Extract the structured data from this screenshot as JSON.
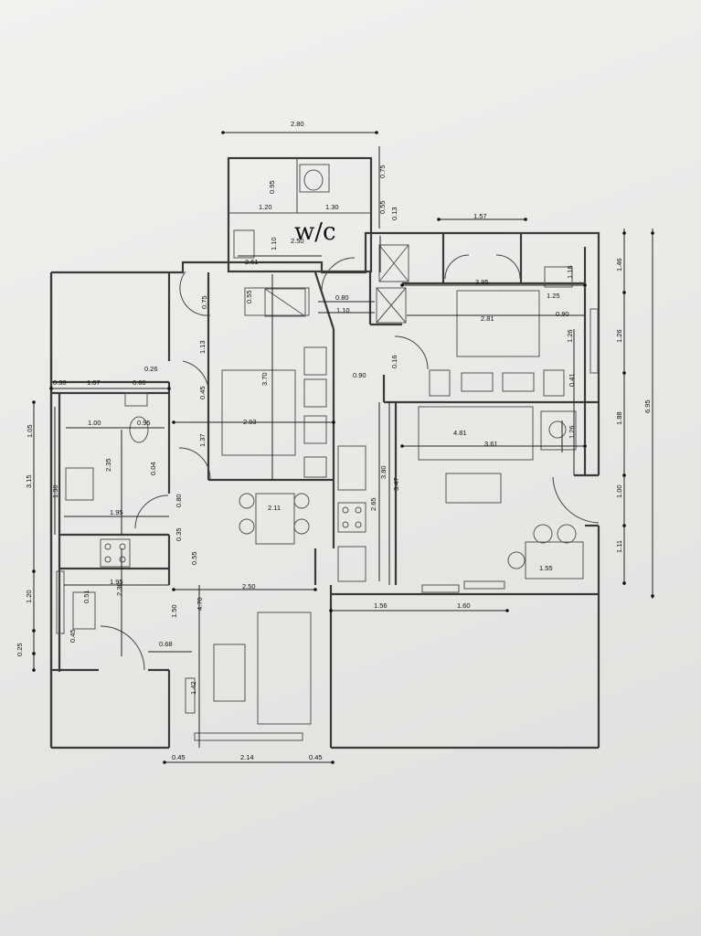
{
  "labels": {
    "wc": "w/c"
  },
  "dims": [
    {
      "id": "d-280",
      "text": "2.80"
    },
    {
      "id": "d-095",
      "text": "0.95"
    },
    {
      "id": "d-075a",
      "text": "0.75"
    },
    {
      "id": "d-120a",
      "text": "1.20"
    },
    {
      "id": "d-130a",
      "text": "1.30"
    },
    {
      "id": "d-055a",
      "text": "0.55"
    },
    {
      "id": "d-013",
      "text": "0.13"
    },
    {
      "id": "d-110a",
      "text": "1.10"
    },
    {
      "id": "d-250a",
      "text": "2.50"
    },
    {
      "id": "d-157",
      "text": "1.57"
    },
    {
      "id": "d-261",
      "text": "2.61"
    },
    {
      "id": "d-395",
      "text": "3.95"
    },
    {
      "id": "d-146",
      "text": "1.46"
    },
    {
      "id": "d-116",
      "text": "1.16"
    },
    {
      "id": "d-075b",
      "text": "0.75"
    },
    {
      "id": "d-055b",
      "text": "0.55"
    },
    {
      "id": "d-080a",
      "text": "0.80"
    },
    {
      "id": "d-110b",
      "text": "1.10"
    },
    {
      "id": "d-125",
      "text": "1.25"
    },
    {
      "id": "d-281",
      "text": "2.81"
    },
    {
      "id": "d-090a",
      "text": "0.90"
    },
    {
      "id": "d-113",
      "text": "1.13"
    },
    {
      "id": "d-370",
      "text": "3.70"
    },
    {
      "id": "d-126a",
      "text": "1.26"
    },
    {
      "id": "d-126b",
      "text": "1.26"
    },
    {
      "id": "d-026",
      "text": "0.26"
    },
    {
      "id": "d-030",
      "text": "0.30"
    },
    {
      "id": "d-107",
      "text": "1.07"
    },
    {
      "id": "d-060",
      "text": "0.60"
    },
    {
      "id": "d-090b",
      "text": "0.90"
    },
    {
      "id": "d-016",
      "text": "0.16"
    },
    {
      "id": "d-041",
      "text": "0.41"
    },
    {
      "id": "d-045a",
      "text": "0.45"
    },
    {
      "id": "d-100a",
      "text": "1.00"
    },
    {
      "id": "d-095b",
      "text": "0.95"
    },
    {
      "id": "d-293",
      "text": "2.93"
    },
    {
      "id": "d-481",
      "text": "4.81"
    },
    {
      "id": "d-188",
      "text": "1.88"
    },
    {
      "id": "d-695",
      "text": "6.95"
    },
    {
      "id": "d-105",
      "text": "1.05"
    },
    {
      "id": "d-137",
      "text": "1.37"
    },
    {
      "id": "d-361",
      "text": "3.61"
    },
    {
      "id": "d-126c",
      "text": "1.26"
    },
    {
      "id": "d-315",
      "text": "3.15"
    },
    {
      "id": "d-235",
      "text": "2.35"
    },
    {
      "id": "d-004",
      "text": "0.04"
    },
    {
      "id": "d-380",
      "text": "3.80"
    },
    {
      "id": "d-347",
      "text": "3.47"
    },
    {
      "id": "d-130b",
      "text": "1.30"
    },
    {
      "id": "d-211",
      "text": "2.11"
    },
    {
      "id": "d-100b",
      "text": "1.00"
    },
    {
      "id": "d-080b",
      "text": "0.80"
    },
    {
      "id": "d-195a",
      "text": "1.95"
    },
    {
      "id": "d-265",
      "text": "2.65"
    },
    {
      "id": "d-035",
      "text": "0.35"
    },
    {
      "id": "d-111",
      "text": "1.11"
    },
    {
      "id": "d-055c",
      "text": "0.55"
    },
    {
      "id": "d-155",
      "text": "1.55"
    },
    {
      "id": "d-195b",
      "text": "1.95"
    },
    {
      "id": "d-250b",
      "text": "2.50"
    },
    {
      "id": "d-120b",
      "text": "1.20"
    },
    {
      "id": "d-230",
      "text": "2.30"
    },
    {
      "id": "d-051",
      "text": "0.51"
    },
    {
      "id": "d-470",
      "text": "4.70"
    },
    {
      "id": "d-156",
      "text": "1.56"
    },
    {
      "id": "d-160",
      "text": "1.60"
    },
    {
      "id": "d-150",
      "text": "1.50"
    },
    {
      "id": "d-045b",
      "text": "0.45"
    },
    {
      "id": "d-068",
      "text": "0.68"
    },
    {
      "id": "d-025",
      "text": "0.25"
    },
    {
      "id": "d-142",
      "text": "1.42"
    },
    {
      "id": "d-045c",
      "text": "0.45"
    },
    {
      "id": "d-214",
      "text": "2.14"
    },
    {
      "id": "d-045d",
      "text": "0.45"
    }
  ]
}
